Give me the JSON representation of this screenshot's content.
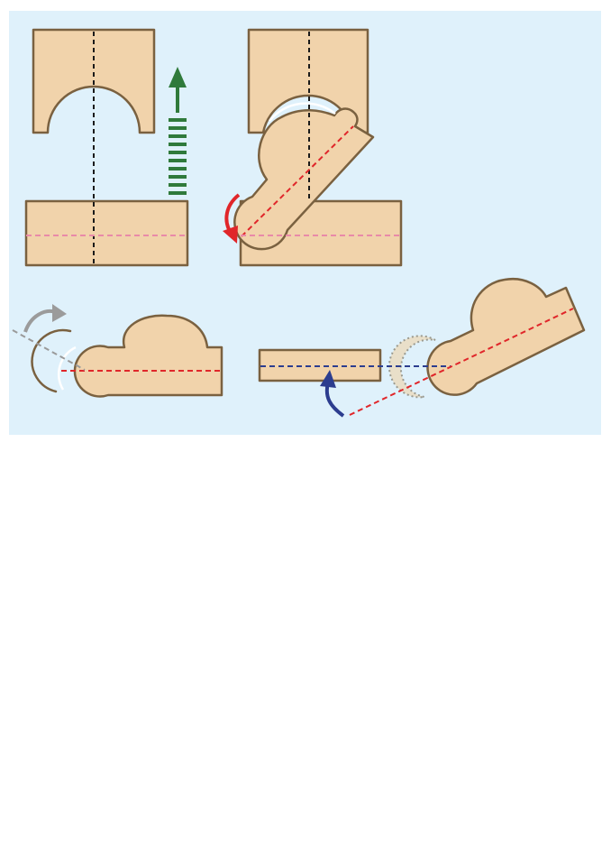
{
  "colors": {
    "background_panel": "#dff1fb",
    "bone_fill": "#f1d3ab",
    "bone_outline": "#7a6140",
    "ghost_fill": "#e9dfc9",
    "ghost_outline": "#9a9a90",
    "vertical_axis": "#1a1a1a",
    "horizontal_axis_pink": "#e98aa8",
    "oblique_axis_red": "#e0262a",
    "oblique_axis_gray": "#9a9a9a",
    "horizontal_axis_blue": "#2c3d8f",
    "spring_arrow_green": "#2f7a3b",
    "rotation_arrow_red": "#e0262a",
    "rotation_arrow_gray": "#9b9b9b",
    "rotation_arrow_blue": "#2c3d8f"
  },
  "panels": [
    {
      "id": "top-left",
      "elements": [
        "upper-block-with-socket",
        "lower-block",
        "vertical-axis",
        "horizontal-axis",
        "distraction-spring-arrow"
      ]
    },
    {
      "id": "top-right",
      "elements": [
        "upper-block-with-socket",
        "rotated-bone-head",
        "lower-block",
        "vertical-axis",
        "oblique-axis",
        "horizontal-axis",
        "rotation-arrow"
      ]
    },
    {
      "id": "bottom-left",
      "elements": [
        "crescent-fragment",
        "bone-with-head",
        "horizontal-axis",
        "oblique-axis",
        "rotation-arrow"
      ]
    },
    {
      "id": "bottom-right",
      "elements": [
        "flat-bar",
        "ghost-crescent",
        "rotated-bone-with-head",
        "horizontal-axis",
        "oblique-axis",
        "rotation-arrow"
      ]
    }
  ]
}
